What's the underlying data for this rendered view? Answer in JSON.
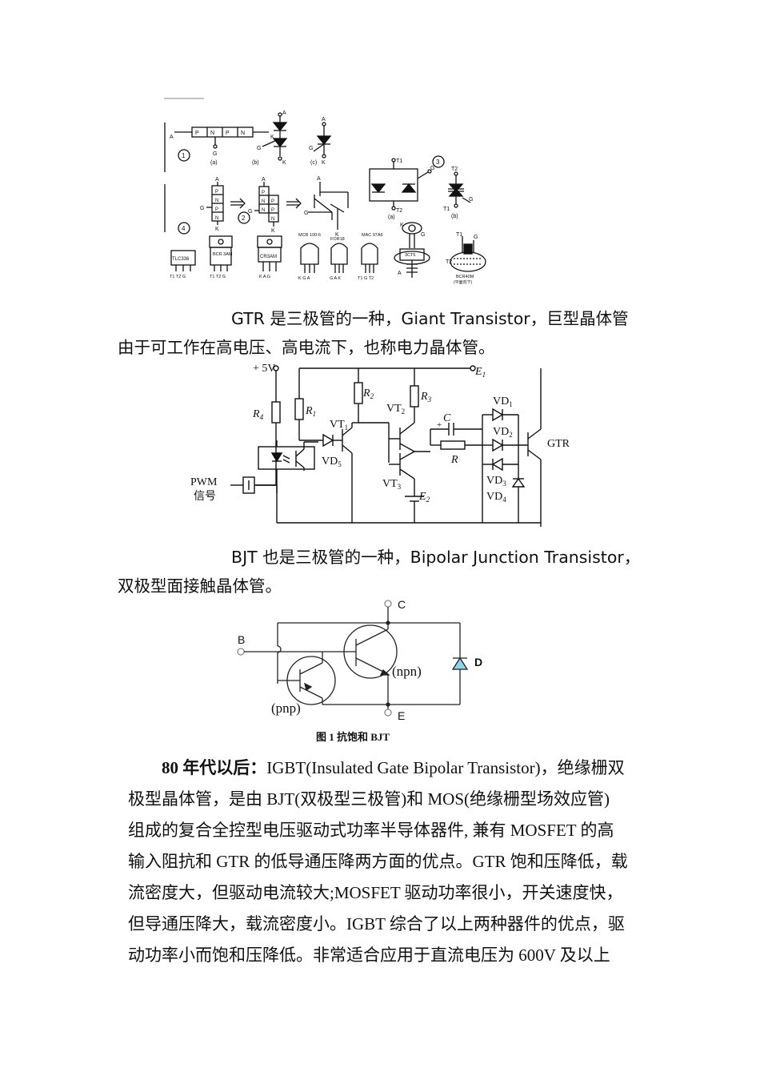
{
  "fig1": {
    "circle_labels": [
      "1",
      "2",
      "3",
      "4"
    ],
    "pnpn_cells": [
      "P",
      "N",
      "P",
      "N"
    ],
    "stack1": [
      "P",
      "N",
      "P",
      "N"
    ],
    "stack2_a": [
      "P",
      "N",
      "N"
    ],
    "stack2_b": [
      "P",
      "P",
      "N"
    ],
    "pin_labels": {
      "A": "A",
      "K": "K",
      "G": "G",
      "T1": "T1",
      "T2": "T2",
      "a": "(a)",
      "b": "(b)",
      "c": "(c)"
    },
    "packages": [
      "TLC336",
      "BCR\n3AM",
      "CR3AM",
      "MCR\n100-6",
      "FOR18",
      "MAC\n97A6",
      "3CT5",
      "BCR40M"
    ],
    "package_pins": [
      "T1  T2  G",
      "T1  T2  G",
      "K   A   G",
      "K  G  A",
      "G  A  K",
      "T1  G  T2"
    ],
    "bottom_note": "(平面向下)"
  },
  "para1": {
    "line1": "GTR 是三极管的一种，Giant Transistor，巨型晶体管",
    "line2": "由于可工作在高电压、高电流下，也称电力晶体管。"
  },
  "fig2": {
    "v5": "+ 5V",
    "e1": "E",
    "e1_sub": "1",
    "e2": "E",
    "e2_sub": "2",
    "r1": "R",
    "r1_sub": "1",
    "r2": "R",
    "r2_sub": "2",
    "r3": "R",
    "r3_sub": "3",
    "r4": "R",
    "r4_sub": "4",
    "r": "R",
    "c": "C",
    "plus": "+",
    "vt1": "VT",
    "vt1_sub": "1",
    "vt2": "VT",
    "vt2_sub": "2",
    "vt3": "VT",
    "vt3_sub": "3",
    "vd1": "VD",
    "vd1_sub": "1",
    "vd2": "VD",
    "vd2_sub": "2",
    "vd3": "VD",
    "vd3_sub": "3",
    "vd4": "VD",
    "vd4_sub": "4",
    "vd5": "VD",
    "vd5_sub": "5",
    "gtr": "GTR",
    "pwm1": "PWM",
    "pwm2": "信号"
  },
  "para2": {
    "line1": "BJT 也是三极管的一种，Bipolar Junction Transistor，",
    "line2": "双极型面接触晶体管。"
  },
  "fig3": {
    "b": "B",
    "c": "C",
    "e": "E",
    "d": "D",
    "npn": "(npn)",
    "pnp": "(pnp)",
    "caption": "图 1    抗饱和 BJT"
  },
  "para3": {
    "bold_lead": "80 年代以后：",
    "line1_rest": "IGBT(Insulated Gate Bipolar Transistor)，绝缘栅双",
    "line2": "极型晶体管，是由 BJT(双极型三极管)和 MOS(绝缘栅型场效应管)",
    "line3": "组成的复合全控型电压驱动式功率半导体器件, 兼有 MOSFET 的高",
    "line4": "输入阻抗和 GTR 的低导通压降两方面的优点。GTR 饱和压降低，载",
    "line5": "流密度大，但驱动电流较大;MOSFET 驱动功率很小，开关速度快，",
    "line6": "但导通压降大，载流密度小。IGBT 综合了以上两种器件的优点，驱",
    "line7": "动功率小而饱和压降低。非常适合应用于直流电压为 600V 及以上"
  }
}
